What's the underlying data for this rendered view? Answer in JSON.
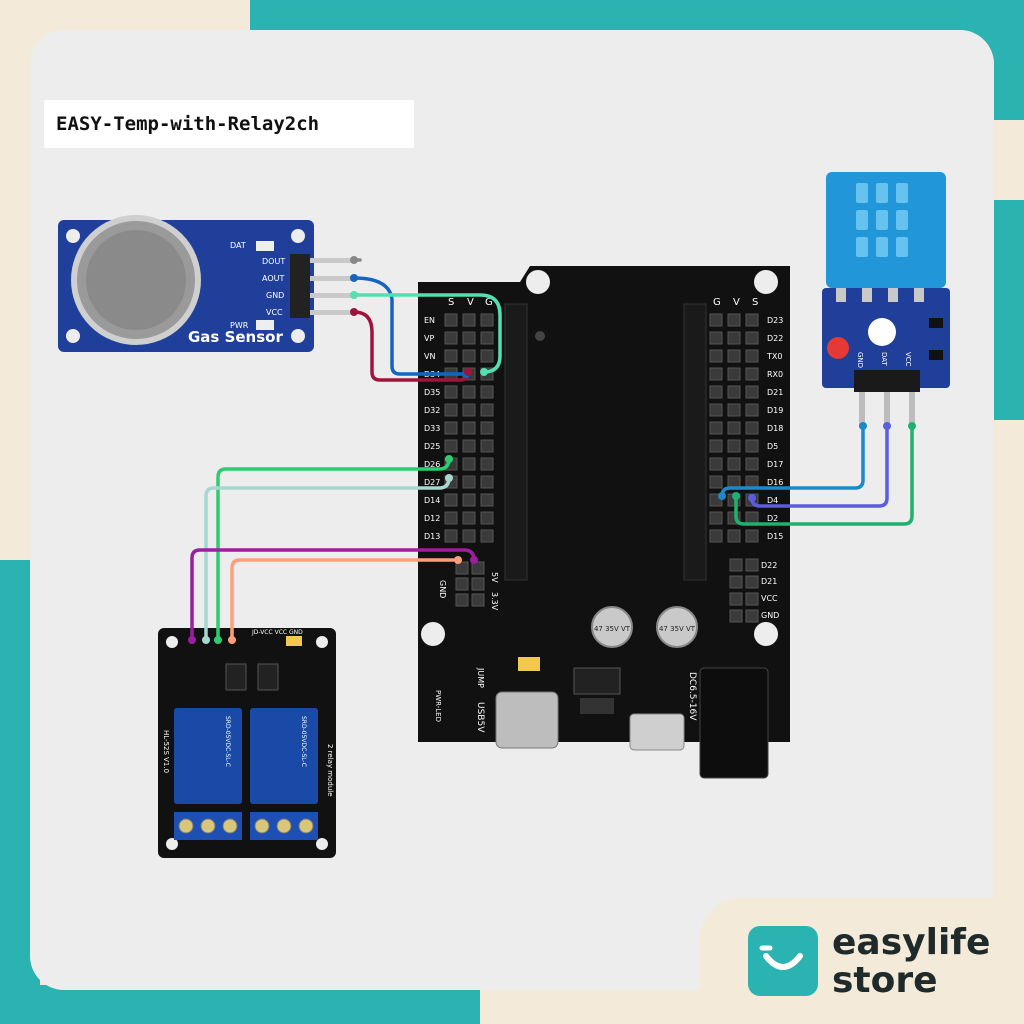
{
  "title": "EASY-Temp-with-Relay2ch",
  "brand": {
    "line1": "easylife",
    "line2": "store"
  },
  "colors": {
    "teal": "#2bb3b1",
    "cream": "#f3ead9",
    "card": "#ededed",
    "pcb_black": "#111111",
    "gas_blue": "#1f3f9a",
    "dht_blue": "#2196d9",
    "relay_blue": "#1a4aa8"
  },
  "gas_sensor": {
    "label": "Gas Sensor",
    "pins": [
      "DOUT",
      "AOUT",
      "GND",
      "VCC"
    ],
    "dat": "DAT",
    "pwr": "PWR"
  },
  "board": {
    "header_left": [
      "S",
      "V",
      "G"
    ],
    "header_right": [
      "G",
      "V",
      "S"
    ],
    "left_pins": [
      "EN",
      "VP",
      "VN",
      "D34",
      "D35",
      "D32",
      "D33",
      "D25",
      "D26",
      "D27",
      "D14",
      "D12",
      "D13"
    ],
    "right_pins": [
      "D23",
      "D22",
      "TX0",
      "RX0",
      "D21",
      "D19",
      "D18",
      "D5",
      "D17",
      "D16",
      "D4",
      "D2",
      "D15"
    ],
    "i2c_pins": [
      "D22",
      "D21",
      "VCC",
      "GND"
    ],
    "pwr_pins": [
      "5V",
      "3.3V",
      "GND"
    ],
    "jump": "JUMP",
    "usb": "USB5V",
    "dc": "DC6.5-16V",
    "led": "PWR-LED",
    "cap1": "47 35V VT",
    "cap2": "47 35V VT"
  },
  "dht": {
    "pins": [
      "GND",
      "DAT",
      "VCC"
    ]
  },
  "relay": {
    "model": "HL-52S V1.0",
    "side_label": "2 relay module",
    "relay_text": "SRD-05VDC-SL-C",
    "top_label": "JD-VCC VCC GND"
  }
}
